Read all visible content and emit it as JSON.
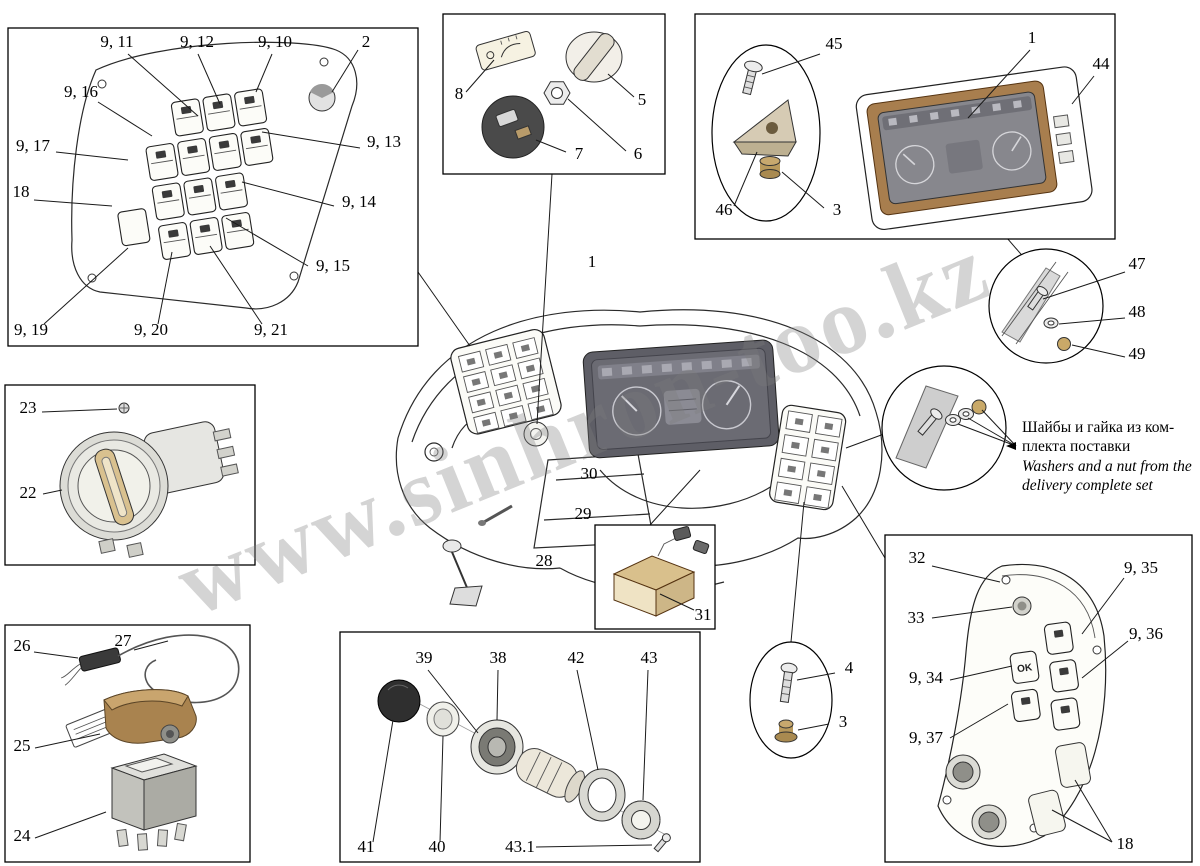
{
  "watermark": "www.sinhron-too.kz",
  "note": {
    "ru1": "Шайбы и гайка из ком-",
    "ru2": "плекта поставки",
    "en1": "Washers and a nut from the",
    "en2": "delivery complete set"
  },
  "buttons": {
    "ok": "OK"
  },
  "labels": {
    "1": "1",
    "2": "2",
    "3": "3",
    "4": "4",
    "5": "5",
    "6": "6",
    "7": "7",
    "8": "8",
    "18": "18",
    "22": "22",
    "23": "23",
    "24": "24",
    "25": "25",
    "26": "26",
    "27": "27",
    "28": "28",
    "29": "29",
    "30": "30",
    "31": "31",
    "32": "32",
    "33": "33",
    "38": "38",
    "39": "39",
    "40": "40",
    "41": "41",
    "42": "42",
    "43": "43",
    "43_1": "43.1",
    "44": "44",
    "45": "45",
    "46": "46",
    "47": "47",
    "48": "48",
    "49": "49",
    "9_10": "9, 10",
    "9_11": "9, 11",
    "9_12": "9, 12",
    "9_13": "9, 13",
    "9_14": "9, 14",
    "9_15": "9, 15",
    "9_16": "9, 16",
    "9_17": "9, 17",
    "9_19": "9, 19",
    "9_20": "9, 20",
    "9_21": "9, 21",
    "9_34": "9, 34",
    "9_35": "9, 35",
    "9_36": "9, 36",
    "9_37": "9, 37"
  },
  "colors": {
    "bezel": "#a87e4e",
    "screen": "#6b6b73",
    "key": "#d9c18f",
    "bracket": "#a9834f",
    "relay": "#d9c08c",
    "nut": "#c9a968",
    "watermark": "#7d7d7d"
  }
}
